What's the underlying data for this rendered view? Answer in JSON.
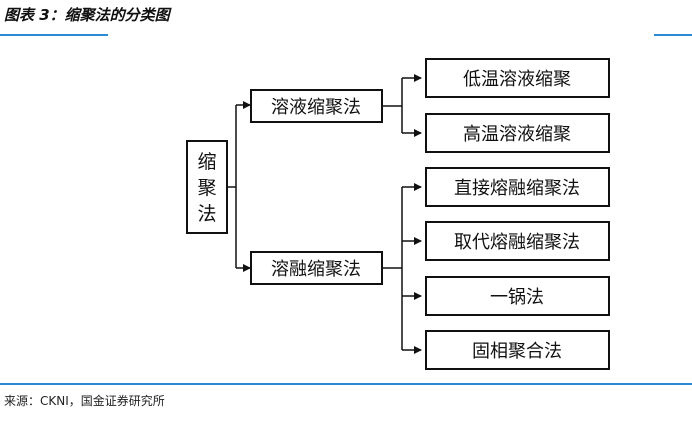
{
  "title": "图表 3：缩聚法的分类图",
  "source": "来源：CKNI，国金证券研究所",
  "diagram": {
    "root": "缩\n聚\n法",
    "branches": [
      {
        "label": "溶液缩聚法",
        "children": [
          "低温溶液缩聚",
          "高温溶液缩聚"
        ]
      },
      {
        "label": "溶融缩聚法",
        "children": [
          "直接熔融缩聚法",
          "取代熔融缩聚法",
          "一锅法",
          "固相聚合法"
        ]
      }
    ]
  }
}
